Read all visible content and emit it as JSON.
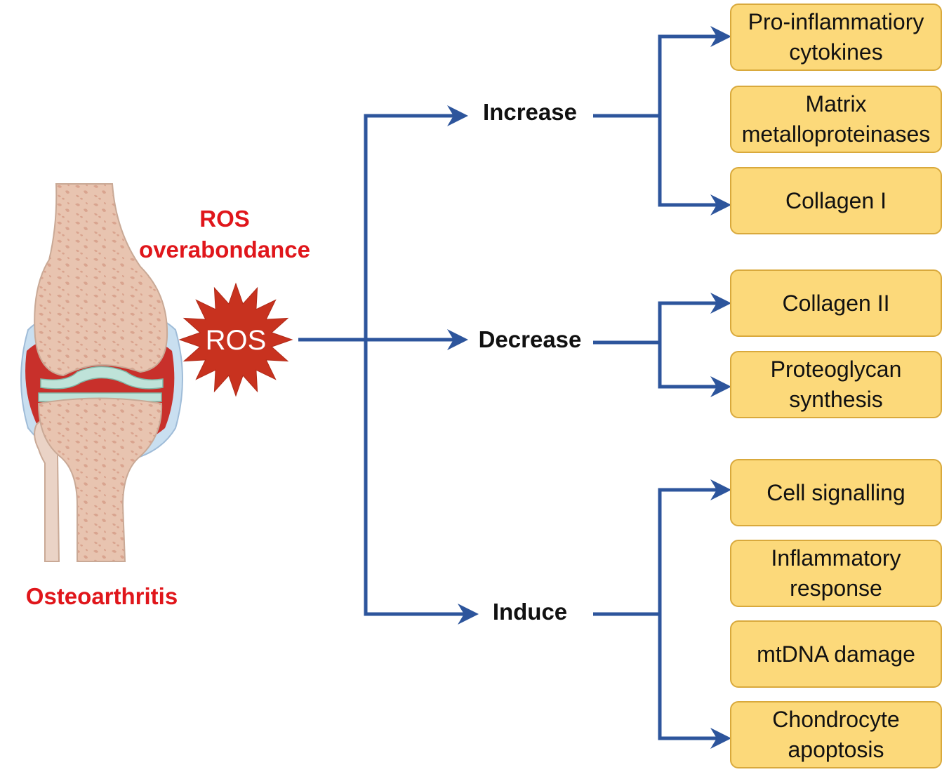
{
  "title": "",
  "cause": {
    "top_label": "ROS\noverabondance",
    "burst_label": "ROS",
    "disease_label": "Osteoarthritis"
  },
  "effects": [
    {
      "label": "Increase",
      "targets": [
        "Pro-inflammatiory cytokines",
        "Matrix metalloproteinases",
        "Collagen I"
      ]
    },
    {
      "label": "Decrease",
      "targets": [
        "Collagen II",
        "Proteoglycan synthesis"
      ]
    },
    {
      "label": "Induce",
      "targets": [
        "Cell signalling",
        "Inflammatory response",
        "mtDNA damage",
        "Chondrocyte apoptosis"
      ]
    }
  ],
  "boxes": {
    "b1": [
      "Pro-inflammatiory",
      "cytokines"
    ],
    "b2": [
      "Matrix",
      "metalloproteinases"
    ],
    "b3": [
      "Collagen I"
    ],
    "b4": [
      "Collagen II"
    ],
    "b5": [
      "Proteoglycan",
      "synthesis"
    ],
    "b6": [
      "Cell signalling"
    ],
    "b7": [
      "Inflammatory",
      "response"
    ],
    "b8": [
      "mtDNA damage"
    ],
    "b9": [
      "Chondrocyte",
      "apoptosis"
    ]
  },
  "colors": {
    "arrow": "#2d559c",
    "box_fill": "#fcd97a",
    "box_border": "#d9a93c",
    "accent_red": "#e0161b",
    "ros_burst": "#c8321f",
    "bone": "#e8c4b0",
    "bone_spots": "#d9a48f",
    "synovium": "#c9dff0",
    "joint_red": "#c8302b"
  },
  "icons": [
    "knee-joint-illustration",
    "ros-burst-icon"
  ]
}
